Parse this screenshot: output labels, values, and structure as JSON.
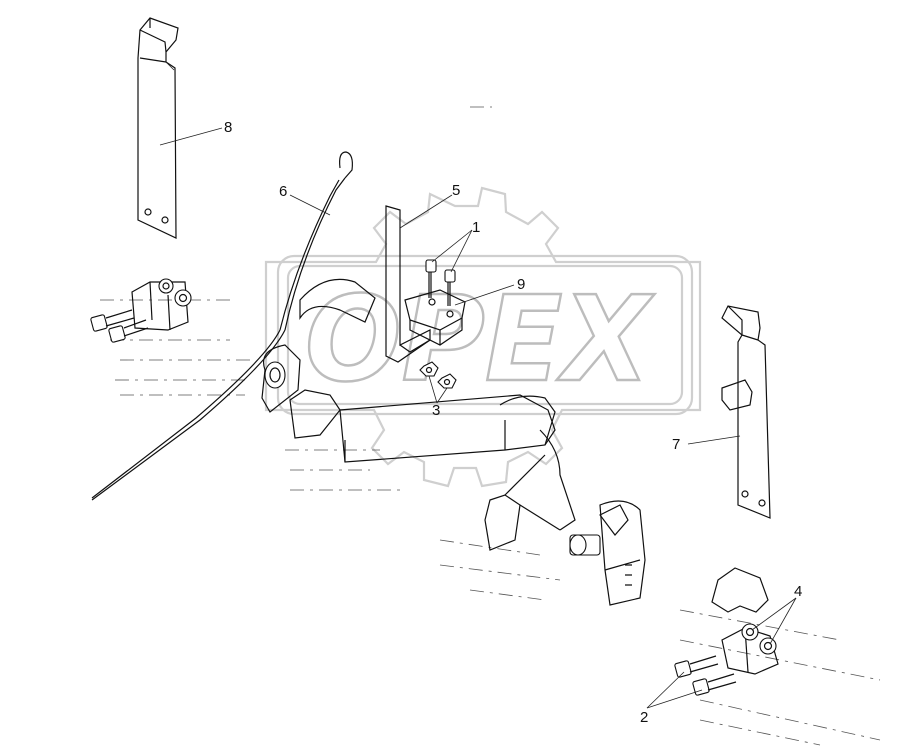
{
  "diagram": {
    "callouts": [
      {
        "id": "callout-1",
        "text": "1"
      },
      {
        "id": "callout-2",
        "text": "2"
      },
      {
        "id": "callout-3",
        "text": "3"
      },
      {
        "id": "callout-4",
        "text": "4"
      },
      {
        "id": "callout-5",
        "text": "5"
      },
      {
        "id": "callout-6",
        "text": "6"
      },
      {
        "id": "callout-7",
        "text": "7"
      },
      {
        "id": "callout-8",
        "text": "8"
      },
      {
        "id": "callout-9",
        "text": "9"
      }
    ],
    "watermark": {
      "text": "OPEX",
      "logo": "gear-watermark-logo"
    },
    "colors": {
      "line": "#111111",
      "watermark": "#c8c8c8",
      "background": "#ffffff"
    }
  }
}
